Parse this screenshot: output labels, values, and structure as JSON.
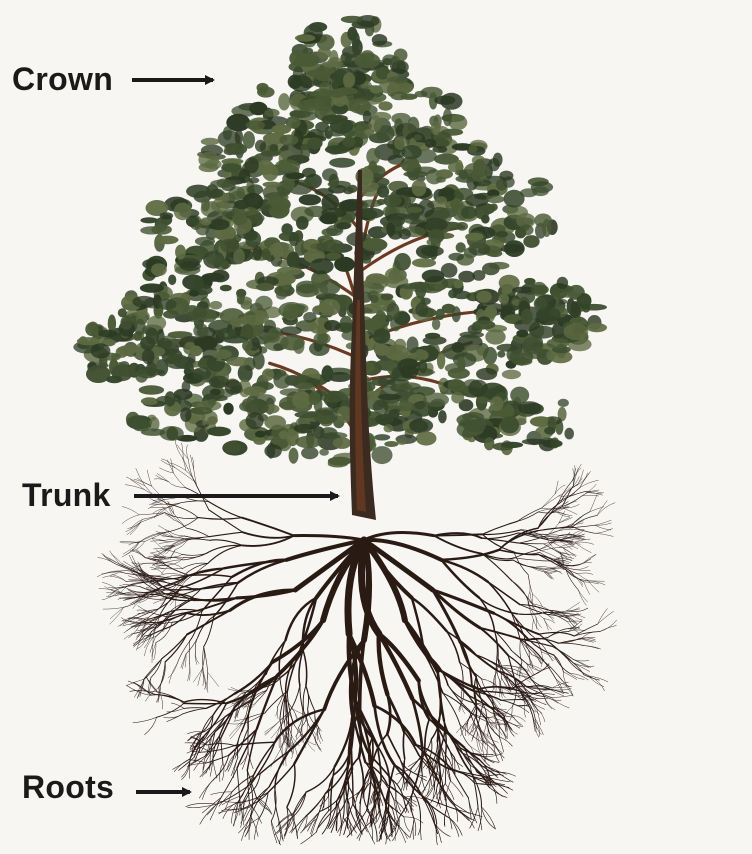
{
  "labels": {
    "crown": "Crown",
    "trunk": "Trunk",
    "roots": "Roots"
  },
  "colors": {
    "background": "#f7f6f3",
    "text": "#1a1a1a",
    "needles_dark": "#2c3a24",
    "needles_mid": "#3f5030",
    "needles_light": "#5d6a42",
    "bark": "#6a3b22",
    "root": "#2a1a14"
  }
}
